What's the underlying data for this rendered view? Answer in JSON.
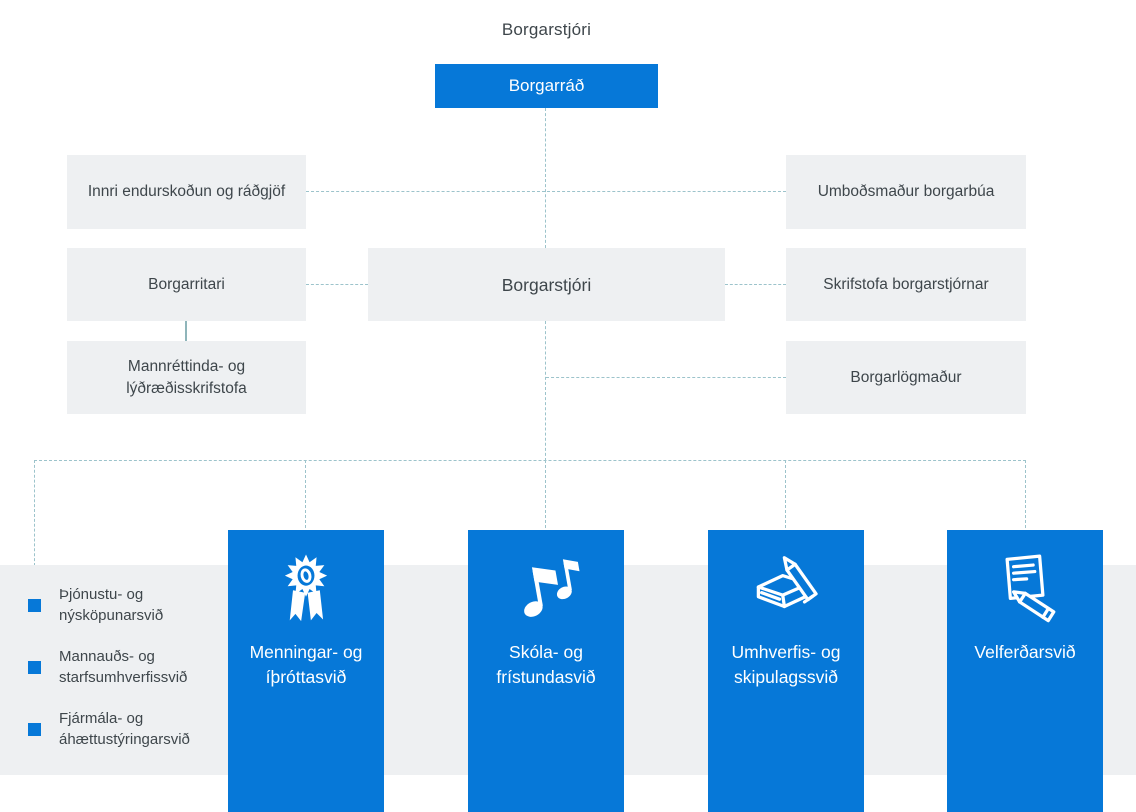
{
  "title": "Borgarstjóri",
  "colors": {
    "primary_blue": "#0678d8",
    "panel_gray": "#eef0f2",
    "text_dark": "#3e464b",
    "connector_dashed": "#9cc3cb",
    "connector_solid": "#8fb5ba"
  },
  "root_box": {
    "label": "Borgarráð"
  },
  "advisory_row": [
    {
      "label": "Innri endurskoðun og ráðgjöf"
    },
    {
      "label": "Umboðsmaður borgarbúa"
    }
  ],
  "mayor_row": [
    {
      "label": "Borgarritari"
    },
    {
      "label": "Borgarstjóri"
    },
    {
      "label": "Skrifstofa borgarstjórnar"
    }
  ],
  "offices_row": [
    {
      "label": "Mannréttinda- og lýðræðisskrifstofa"
    },
    {
      "label": "Borgarlögmaður"
    }
  ],
  "legend": {
    "items": [
      {
        "label": "Þjónustu- og nýsköpunarsvið"
      },
      {
        "label": "Mannauðs- og starfsumhverfissvið"
      },
      {
        "label": "Fjármála- og áhættustýringarsvið"
      }
    ]
  },
  "departments": [
    {
      "label": "Menningar- og íþróttasvið",
      "icon": "award-icon"
    },
    {
      "label": "Skóla- og frístundasvið",
      "icon": "music-notes-icon"
    },
    {
      "label": "Umhverfis- og skipulagssvið",
      "icon": "book-pencil-icon"
    },
    {
      "label": "Velferðarsvið",
      "icon": "document-pencil-icon"
    }
  ]
}
